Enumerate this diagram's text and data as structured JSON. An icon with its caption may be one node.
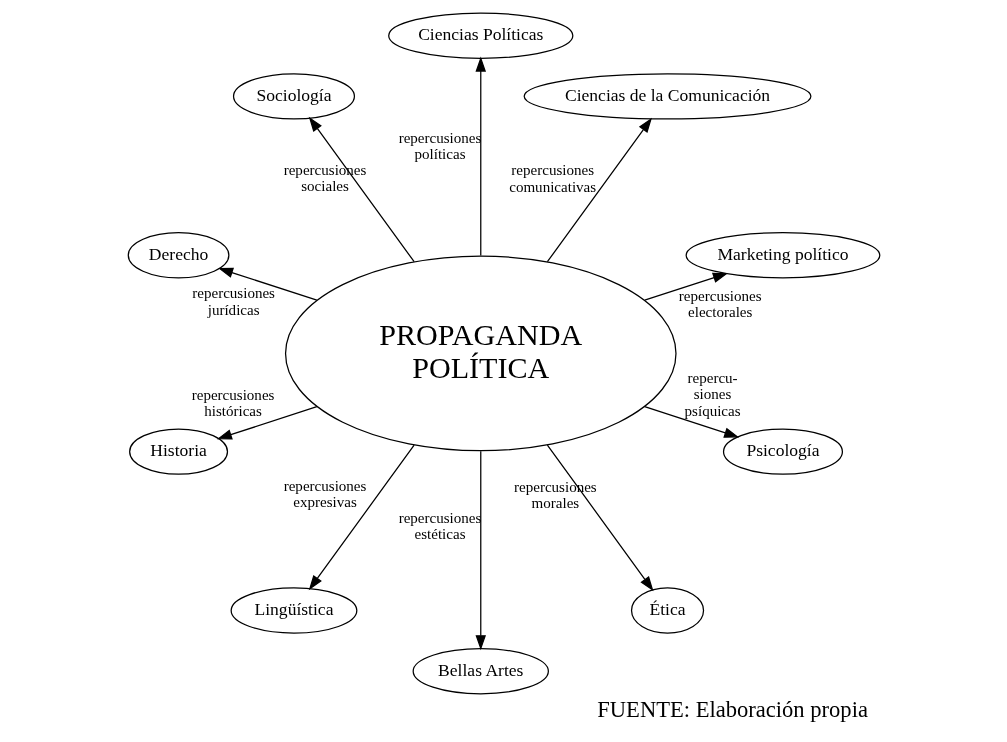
{
  "diagram": {
    "caption": "FUENTE: Elaboración propia",
    "nodes": [
      {
        "text": [
          "PROPAGANDA POLÍTICA"
        ]
      },
      {
        "text": [
          "Marketing político"
        ]
      },
      {
        "text": [
          "Ciencias de la Comunicación"
        ]
      },
      {
        "text": [
          "Ciencias Políticas"
        ]
      },
      {
        "text": [
          "Sociología"
        ]
      },
      {
        "text": [
          "Derecho"
        ]
      },
      {
        "text": [
          "Historia"
        ]
      },
      {
        "text": [
          "Lingüística"
        ]
      },
      {
        "text": [
          "Bellas Artes"
        ]
      },
      {
        "text": [
          "Ética"
        ]
      },
      {
        "text": [
          "Psicología"
        ]
      }
    ],
    "edges": [
      {
        "from": 0,
        "to": 1,
        "arrow": "to",
        "label": "repercusiones electorales"
      },
      {
        "from": 0,
        "to": 2,
        "arrow": "to",
        "label": "repercusiones comunicativas"
      },
      {
        "from": 0,
        "to": 3,
        "arrow": "to",
        "label": "repercusiones políticas"
      },
      {
        "from": 0,
        "to": 4,
        "arrow": "to",
        "label": "repercusiones sociales"
      },
      {
        "from": 0,
        "to": 5,
        "arrow": "to",
        "label": "repercusiones jurídicas"
      },
      {
        "from": 0,
        "to": 6,
        "arrow": "to",
        "label": "repercusiones históricas"
      },
      {
        "from": 0,
        "to": 7,
        "arrow": "to",
        "label": "repercusiones expresivas"
      },
      {
        "from": 0,
        "to": 8,
        "arrow": "to",
        "label": "repercusiones estéticas"
      },
      {
        "from": 0,
        "to": 9,
        "arrow": "to",
        "label": "repercusiones morales"
      },
      {
        "from": 0,
        "to": 10,
        "arrow": "to",
        "label": "repercu- siones psíquicas"
      }
    ]
  }
}
